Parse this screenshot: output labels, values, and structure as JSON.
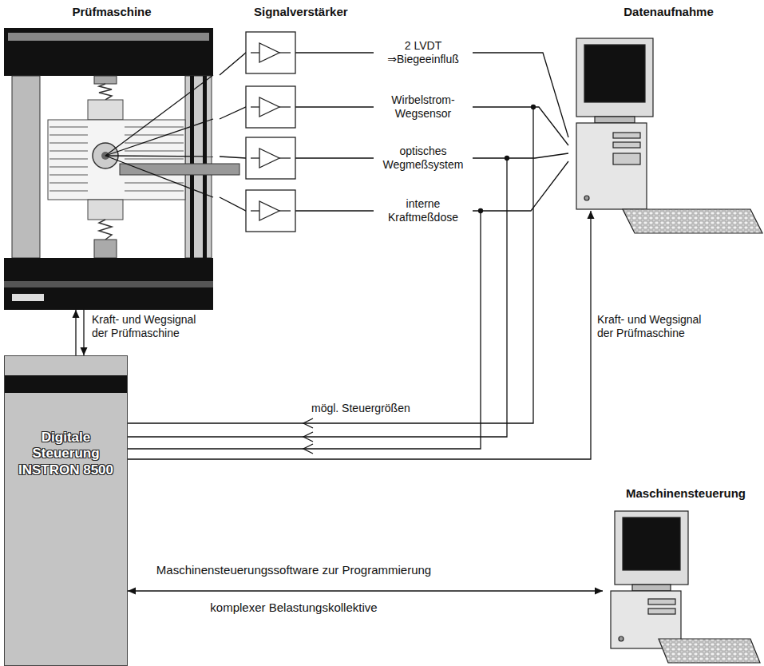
{
  "diagram": {
    "nodes": [
      {
        "text": [
          "Prüfmaschine"
        ]
      },
      {
        "text": [
          "Datenaufnahme"
        ]
      },
      {
        "text": [
          "Digitale Steuerung INSTRON 8500"
        ]
      },
      {
        "text": [
          "Maschinensteuerung"
        ]
      }
    ],
    "edges": [
      {
        "from": 0,
        "to": 1,
        "arrow": "none",
        "label": "2 LVDT ⇒Biegeeinfluß"
      },
      {
        "from": 0,
        "to": 1,
        "arrow": "none",
        "label": "Wirbelstrom- Wegsensor"
      },
      {
        "from": 0,
        "to": 1,
        "arrow": "none",
        "label": "optisches Wegmeßsystem"
      },
      {
        "from": 0,
        "to": 1,
        "arrow": "none",
        "label": "interne Kraftmeßdose"
      },
      {
        "from": 0,
        "to": 2,
        "arrow": "to",
        "label": "Kraft- und Wegsignal der Prüfmaschine"
      },
      {
        "from": 2,
        "to": 0,
        "arrow": "to"
      },
      {
        "from": 2,
        "to": 1,
        "arrow": "to",
        "label": "Kraft- und Wegsignal der Prüfmaschine"
      },
      {
        "from": 2,
        "to": 3,
        "arrow": "both",
        "label": "Maschinensteuerungssoftware zur Programmierung"
      }
    ],
    "labels": [
      "Signalverstärker",
      "mögl. Steuergrößen",
      "komplexer Belastungskollektive"
    ]
  }
}
